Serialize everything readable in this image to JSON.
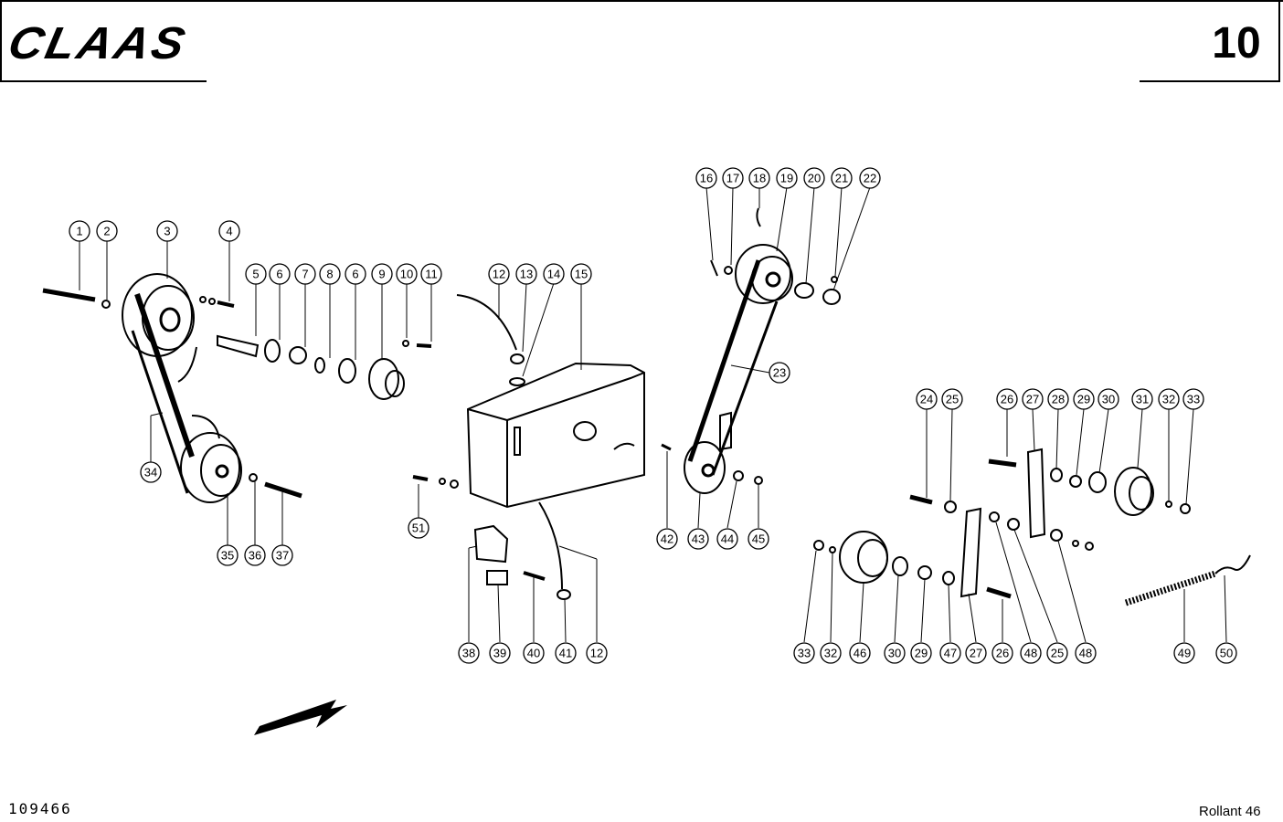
{
  "header": {
    "brand": "CLAAS",
    "page_number": "10"
  },
  "footer": {
    "drawing_number": "109466",
    "model": "Rollant 46"
  },
  "callouts": [
    "1",
    "2",
    "3",
    "4",
    "5",
    "6",
    "7",
    "8",
    "6",
    "9",
    "10",
    "11",
    "12",
    "13",
    "14",
    "15",
    "16",
    "17",
    "18",
    "19",
    "20",
    "21",
    "22",
    "23",
    "24",
    "25",
    "26",
    "27",
    "28",
    "29",
    "30",
    "31",
    "32",
    "33",
    "34",
    "35",
    "36",
    "37",
    "51",
    "38",
    "39",
    "40",
    "41",
    "12",
    "42",
    "43",
    "44",
    "45",
    "33",
    "32",
    "46",
    "30",
    "29",
    "47",
    "27",
    "26",
    "48",
    "25",
    "48",
    "49",
    "50"
  ],
  "colors": {
    "ink": "#000000",
    "paper": "#ffffff"
  },
  "icons": [
    "direction-arrow-icon"
  ]
}
